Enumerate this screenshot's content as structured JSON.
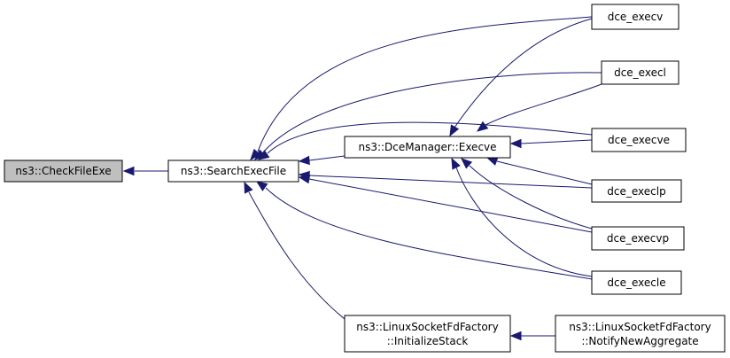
{
  "graph": {
    "nodes": {
      "checkfileexe": {
        "lines": [
          "ns3::CheckFileExe"
        ],
        "fill": "#bfbfbf"
      },
      "searchexecfile": {
        "lines": [
          "ns3::SearchExecFile"
        ],
        "fill": "#ffffff"
      },
      "execve_mgr": {
        "lines": [
          "ns3::DceManager::Execve"
        ],
        "fill": "#ffffff"
      },
      "initstack": {
        "lines": [
          "ns3::LinuxSocketFdFactory",
          "::InitializeStack"
        ],
        "fill": "#ffffff"
      },
      "notifyagg": {
        "lines": [
          "ns3::LinuxSocketFdFactory",
          "::NotifyNewAggregate"
        ],
        "fill": "#ffffff"
      },
      "dce_execv": {
        "lines": [
          "dce_execv"
        ],
        "fill": "#ffffff"
      },
      "dce_execl": {
        "lines": [
          "dce_execl"
        ],
        "fill": "#ffffff"
      },
      "dce_execve": {
        "lines": [
          "dce_execve"
        ],
        "fill": "#ffffff"
      },
      "dce_execlp": {
        "lines": [
          "dce_execlp"
        ],
        "fill": "#ffffff"
      },
      "dce_execvp": {
        "lines": [
          "dce_execvp"
        ],
        "fill": "#ffffff"
      },
      "dce_execle": {
        "lines": [
          "dce_execle"
        ],
        "fill": "#ffffff"
      }
    },
    "edges": [
      {
        "from": "searchexecfile",
        "to": "checkfileexe"
      },
      {
        "from": "dce_execv",
        "to": "searchexecfile"
      },
      {
        "from": "dce_execl",
        "to": "searchexecfile"
      },
      {
        "from": "dce_execve",
        "to": "searchexecfile"
      },
      {
        "from": "execve_mgr",
        "to": "searchexecfile"
      },
      {
        "from": "dce_execlp",
        "to": "searchexecfile"
      },
      {
        "from": "dce_execvp",
        "to": "searchexecfile"
      },
      {
        "from": "dce_execle",
        "to": "searchexecfile"
      },
      {
        "from": "initstack",
        "to": "searchexecfile"
      },
      {
        "from": "dce_execv",
        "to": "execve_mgr"
      },
      {
        "from": "dce_execl",
        "to": "execve_mgr"
      },
      {
        "from": "dce_execve",
        "to": "execve_mgr"
      },
      {
        "from": "dce_execlp",
        "to": "execve_mgr"
      },
      {
        "from": "dce_execvp",
        "to": "execve_mgr"
      },
      {
        "from": "dce_execle",
        "to": "execve_mgr"
      },
      {
        "from": "notifyagg",
        "to": "initstack"
      }
    ],
    "colors": {
      "edge": "#191970",
      "highlight_fill": "#bfbfbf",
      "node_fill": "#ffffff",
      "border": "#000000"
    }
  }
}
